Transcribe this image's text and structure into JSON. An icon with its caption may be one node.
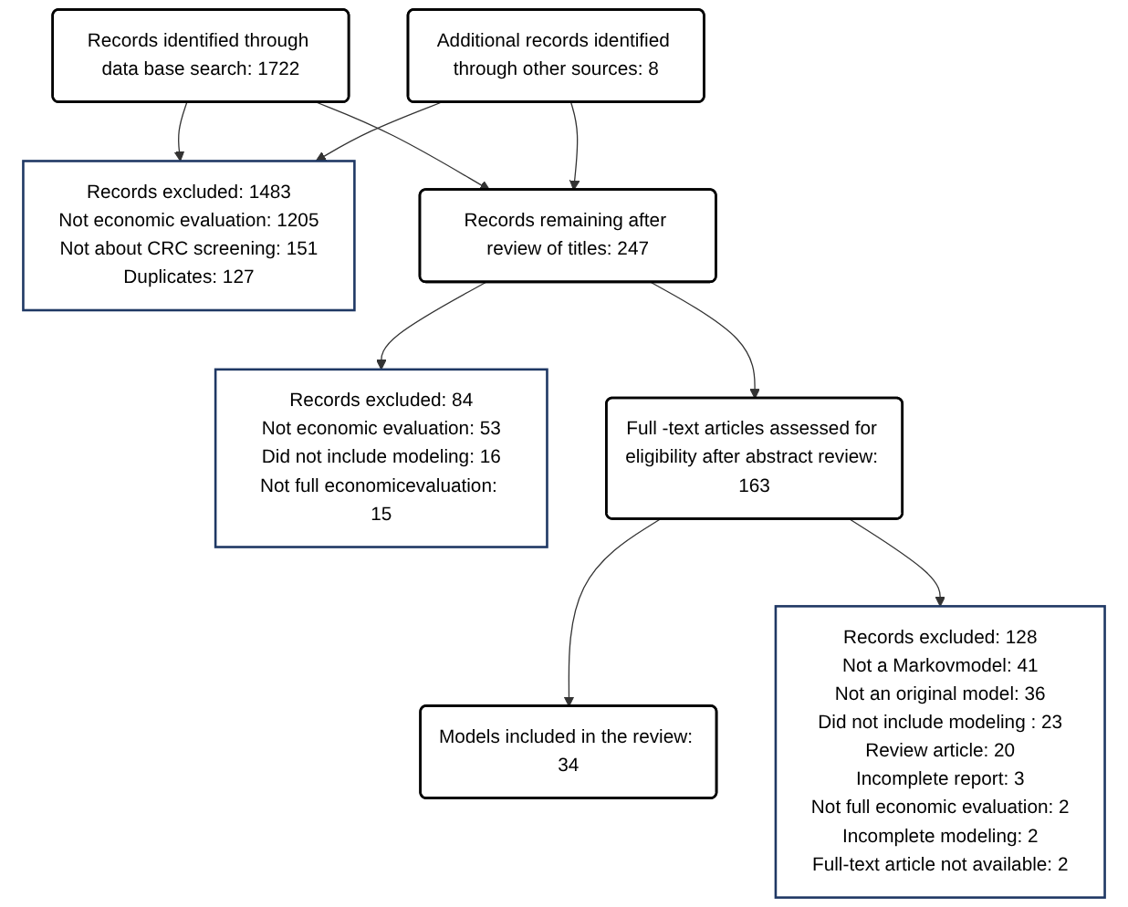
{
  "diagram": {
    "nodes": [
      {
        "text": [
          "Records identified through data base search: 1722"
        ]
      },
      {
        "text": [
          "Additional records identified through other sources: 8"
        ]
      },
      {
        "text": [
          "Records excluded: 1483",
          "Not economic evaluation: 1205",
          "Not about CRC screening: 151",
          "Duplicates: 127"
        ]
      },
      {
        "text": [
          "Records remaining after review of titles: 247"
        ]
      },
      {
        "text": [
          "Records excluded: 84",
          "Not economic evaluation: 53",
          "Did not include modeling: 16",
          "Not full economicevaluation: 15"
        ]
      },
      {
        "text": [
          "Full -text articles assessed for eligibility after abstract review: 163"
        ]
      },
      {
        "text": [
          "Records excluded: 128",
          "Not a Markovmodel: 41",
          "Not an original model: 36",
          "Did not include modeling : 23",
          "Review article: 20",
          "Incomplete report: 3",
          "Not full economic evaluation: 2",
          "Incomplete modeling: 2",
          "Full-text article not available: 2"
        ]
      },
      {
        "text": [
          "Models included in the review: 34"
        ]
      }
    ],
    "edges": [
      {
        "from": 0,
        "to": 3,
        "arrow": "to"
      },
      {
        "from": 1,
        "to": 3,
        "arrow": "to"
      },
      {
        "from": 0,
        "to": 2,
        "arrow": "to"
      },
      {
        "from": 1,
        "to": 2,
        "arrow": "to"
      },
      {
        "from": 3,
        "to": 5,
        "arrow": "to"
      },
      {
        "from": 3,
        "to": 4,
        "arrow": "to"
      },
      {
        "from": 5,
        "to": 7,
        "arrow": "to"
      },
      {
        "from": 5,
        "to": 6,
        "arrow": "to"
      }
    ]
  }
}
